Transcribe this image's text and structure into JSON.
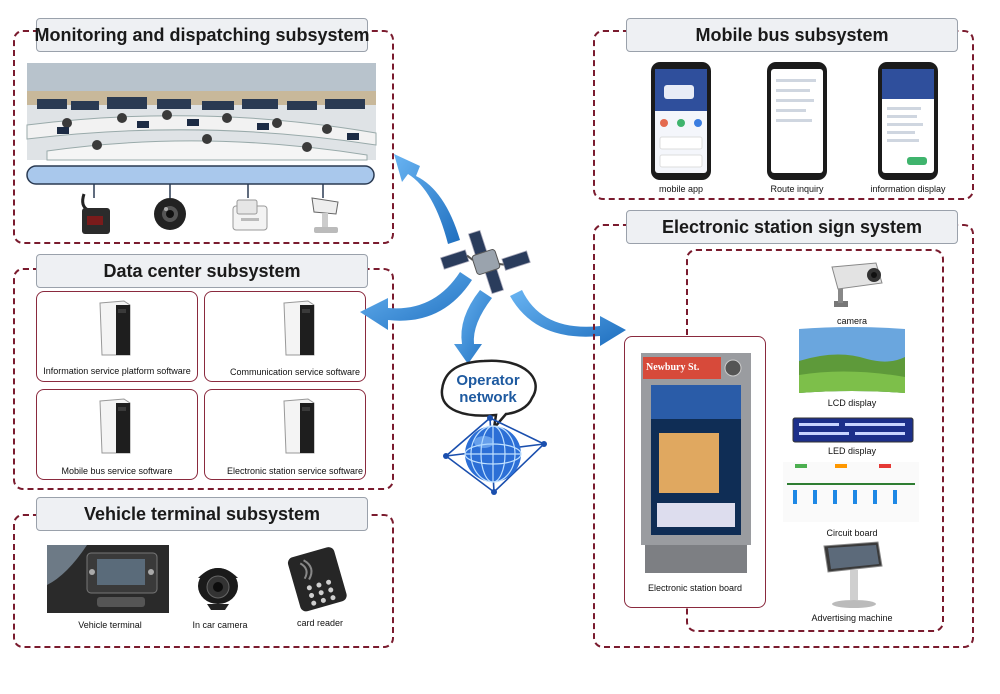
{
  "monitoring": {
    "title": "Monitoring and dispatching subsystem"
  },
  "data_center": {
    "title": "Data center subsystem",
    "items": [
      {
        "label": "Information service platform software"
      },
      {
        "label": "Communication service software"
      },
      {
        "label": "Mobile bus service software"
      },
      {
        "label": "Electronic station service software"
      }
    ]
  },
  "vehicle": {
    "title": "Vehicle terminal subsystem",
    "items": [
      {
        "label": "Vehicle terminal"
      },
      {
        "label": "In car camera"
      },
      {
        "label": "card reader"
      }
    ]
  },
  "network": {
    "label": "Operator network"
  },
  "mobile": {
    "title": "Mobile bus subsystem",
    "items": [
      {
        "label": "mobile app"
      },
      {
        "label": "Route inquiry"
      },
      {
        "label": "information display"
      }
    ]
  },
  "station": {
    "title": "Electronic station sign system",
    "board_label": "Electronic station board",
    "board_sign": "Newbury St.",
    "devices": [
      {
        "label": "camera"
      },
      {
        "label": "LCD display"
      },
      {
        "label": "LED display"
      },
      {
        "label": "Circuit board"
      },
      {
        "label": "Advertising machine"
      }
    ]
  },
  "colors": {
    "panel_border": "#7a1b2e",
    "arrow": "#2f86d6",
    "bus_bar": "#a9c8ec"
  }
}
